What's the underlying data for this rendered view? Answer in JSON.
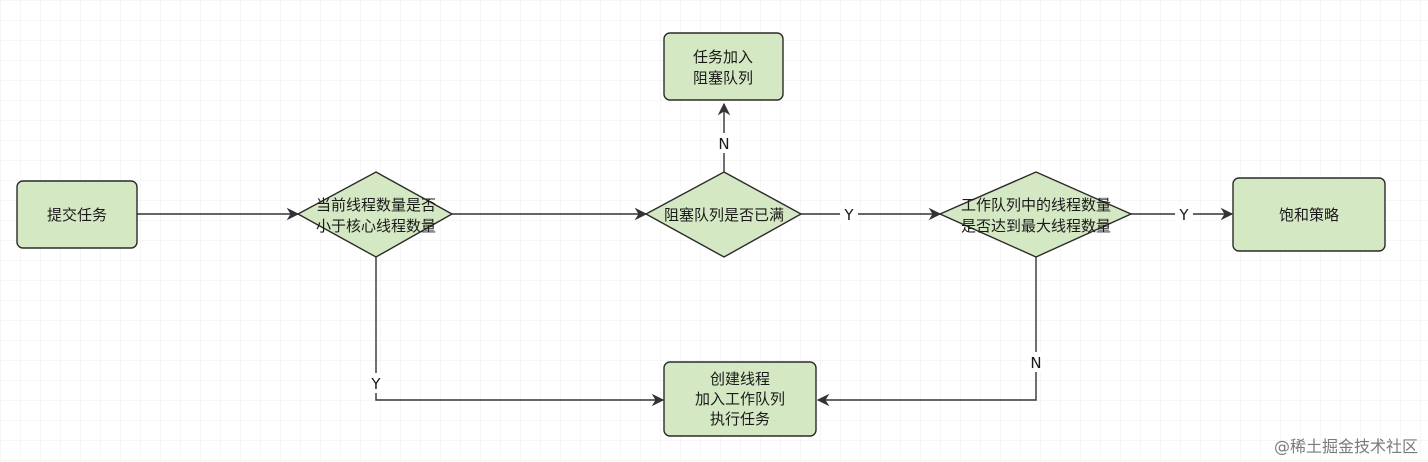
{
  "diagram": {
    "nodes": {
      "submit": {
        "line1": "提交任务"
      },
      "core_check": {
        "line1": "当前线程数量是否",
        "line2": "小于核心线程数量"
      },
      "queue_full": {
        "line1": "阻塞队列是否已满"
      },
      "enqueue": {
        "line1": "任务加入",
        "line2": "阻塞队列"
      },
      "max_check": {
        "line1": "工作队列中的线程数量",
        "line2": "是否达到最大线程数量"
      },
      "saturate": {
        "line1": "饱和策略"
      },
      "create_thread": {
        "line1": "创建线程",
        "line2": "加入工作队列",
        "line3": "执行任务"
      }
    },
    "edge_labels": {
      "core_yes": "Y",
      "queue_no": "N",
      "queue_yes": "Y",
      "max_yes": "Y",
      "max_no": "N"
    },
    "colors": {
      "node_fill": "#d5e8c4",
      "node_stroke": "#2b2b2b",
      "edge": "#333333",
      "grid": "#e6e6e6"
    }
  },
  "watermark": "@稀土掘金技术社区"
}
